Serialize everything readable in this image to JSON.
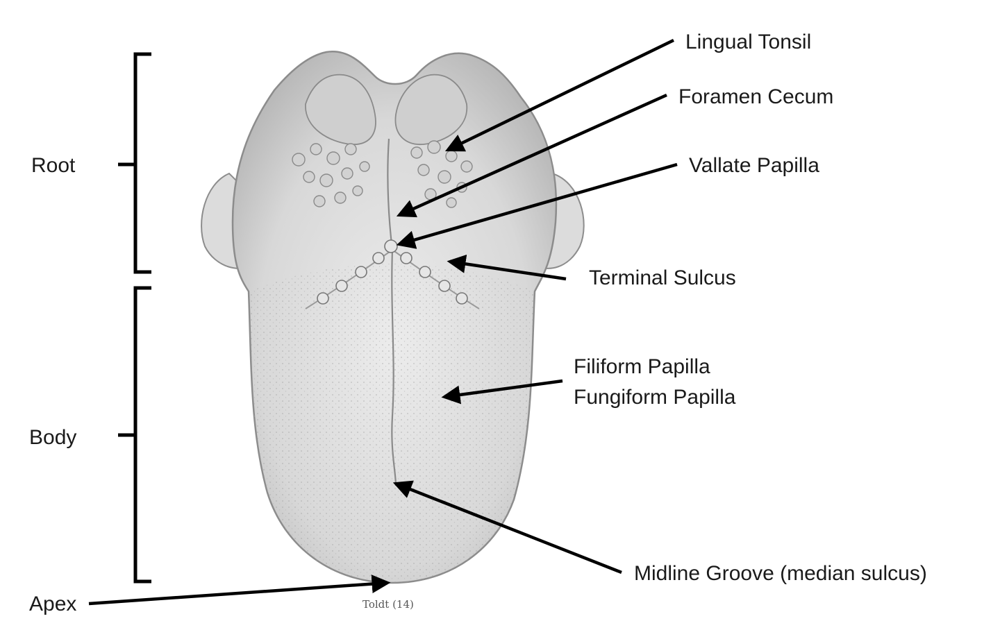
{
  "regions": {
    "root": "Root",
    "body": "Body",
    "apex": "Apex"
  },
  "labels": {
    "lingual_tonsil": "Lingual Tonsil",
    "foramen_cecum": "Foramen Cecum",
    "vallate_papilla": "Vallate Papilla",
    "terminal_sulcus": "Terminal Sulcus",
    "filiform_papilla": "Filiform Papilla",
    "fungiform_papilla": "Fungiform Papilla",
    "midline_groove": "Midline Groove (median sulcus)"
  },
  "caption": "Toldt (14)",
  "colors": {
    "ink": "#000000",
    "tongue_fill": "#e4e4e4",
    "tongue_stroke": "#8c8c8c",
    "texture": "#a8a8a8"
  }
}
